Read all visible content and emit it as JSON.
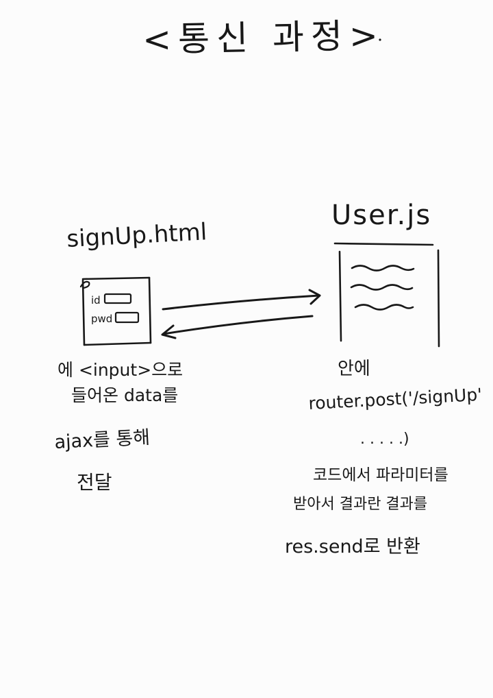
{
  "title": "<통신 과정>",
  "client": {
    "filename": "signUp.html",
    "form": {
      "id_label": "id",
      "pwd_label": "pwd"
    },
    "notes": [
      "에 <input>으로",
      "들어온 data를",
      "ajax를 통해",
      "전달"
    ]
  },
  "server": {
    "filename": "User.js",
    "notes": [
      "안에",
      "router.post('/signUp'",
      ". . . . .)",
      "코드에서 파라미터를",
      "받아서 결과란 결과를",
      "res.send로 반환"
    ]
  },
  "colors": {
    "ink": "#181818",
    "paper": "#fcfcfc"
  }
}
